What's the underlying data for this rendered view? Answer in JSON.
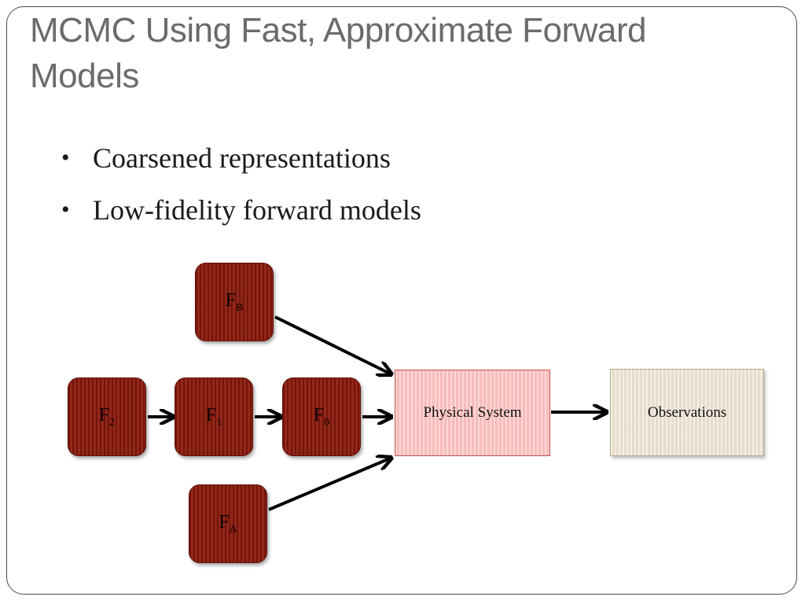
{
  "title": "MCMC Using Fast, Approximate Forward Models",
  "bullets": [
    "Coarsened representations",
    "Low-fidelity forward models"
  ],
  "diagram": {
    "nodes": {
      "fb": {
        "base": "F",
        "sub": "B"
      },
      "f2": {
        "base": "F",
        "sub": "2"
      },
      "f1": {
        "base": "F",
        "sub": "1"
      },
      "f0": {
        "base": "F",
        "sub": "0"
      },
      "fa": {
        "base": "F",
        "sub": "A"
      },
      "physical_system": "Physical System",
      "observations": "Observations"
    },
    "colors": {
      "model_box": "#8b1a0c",
      "physical_box": "#ffc2c0",
      "observations_box": "#eee3d2"
    }
  }
}
